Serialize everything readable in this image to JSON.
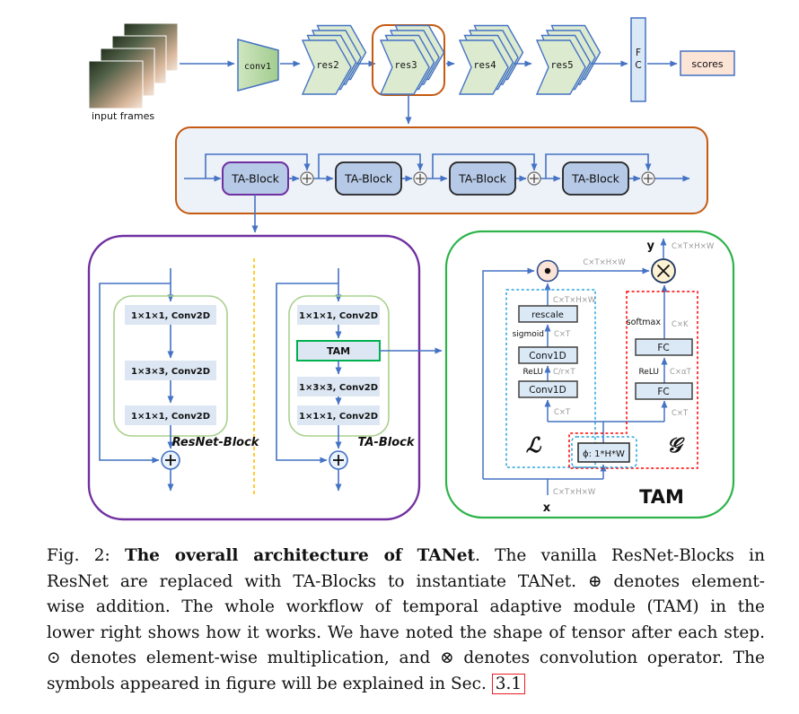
{
  "colors": {
    "arrow_blue": "#4472C4",
    "highlight_orange": "#C55A11",
    "purple": "#7030A0",
    "green": "#00B050",
    "dashed_blue": "#2AA6E0",
    "dashed_red": "#FF0000",
    "dashed_yellow": "#FFC000",
    "link_red": "#EC1C24",
    "box_fill": "#DBE9F7",
    "ta_block_fill": "#B6C9E6",
    "chain_fill": "#EDF1F8",
    "scores_fill": "#FCE4D6",
    "res_fill": "#DCEAD0"
  },
  "pipeline": {
    "input_label": "input frames",
    "conv1": "conv1",
    "res2": "res2",
    "res3": "res3",
    "res4": "res4",
    "res5": "res5",
    "fc_top": "F",
    "fc_bottom": "C",
    "scores": "scores"
  },
  "chain": {
    "blocks": [
      "TA-Block",
      "TA-Block",
      "TA-Block",
      "TA-Block"
    ]
  },
  "resnet_panel": {
    "layer1": "1×1×1, Conv2D",
    "layer2": "1×3×3, Conv2D",
    "layer3": "1×1×1, Conv2D",
    "label": "ResNet-Block"
  },
  "ta_panel": {
    "layer1": "1×1×1, Conv2D",
    "tam": "TAM",
    "layer2": "1×3×3, Conv2D",
    "layer3": "1×1×1, Conv2D",
    "label": "TA-Block"
  },
  "tam": {
    "title": "TAM",
    "y_label": "y",
    "y_shape": "C×T×H×W",
    "mul_shape": "C×T×H×W",
    "x_label": "x",
    "x_shape": "C×T×H×W",
    "phi": "ϕ: 1*H*W",
    "local": {
      "label": "ℒ",
      "shape_out": "C×T×H×W",
      "rescale": "rescale",
      "sigmoid": "sigmoid",
      "shape_ct_mid": "C×T",
      "conv_top": "Conv1D",
      "relu": "ReLU",
      "shape_crt": "C/r×T",
      "conv_bottom": "Conv1D",
      "shape_ct_in": "C×T"
    },
    "global": {
      "label": "𝒢",
      "softmax": "softmax",
      "shape_ck": "C×K",
      "fc_top": "FC",
      "relu": "ReLU",
      "shape_cat": "C×αT",
      "fc_bottom": "FC",
      "shape_ct_in": "C×T"
    }
  },
  "caption": {
    "fig_prefix": "Fig. 2: ",
    "fig_bold": "The overall architecture of TANet",
    "line1_rest": ". The vanilla ResNet-Blocks in",
    "line2": "ResNet are replaced with TA-Blocks to instantiate TANet. ⊕ denotes element-",
    "line3": "wise addition. The whole workflow of temporal adaptive module (TAM) in the",
    "line4": "lower right shows how it works. We have noted the shape of tensor after each step.",
    "line5": "⊙ denotes element-wise multiplication, and ⊗ denotes convolution operator. The",
    "line6": "symbols appeared in figure will be explained in Sec. ",
    "sec_ref": "3.1"
  }
}
